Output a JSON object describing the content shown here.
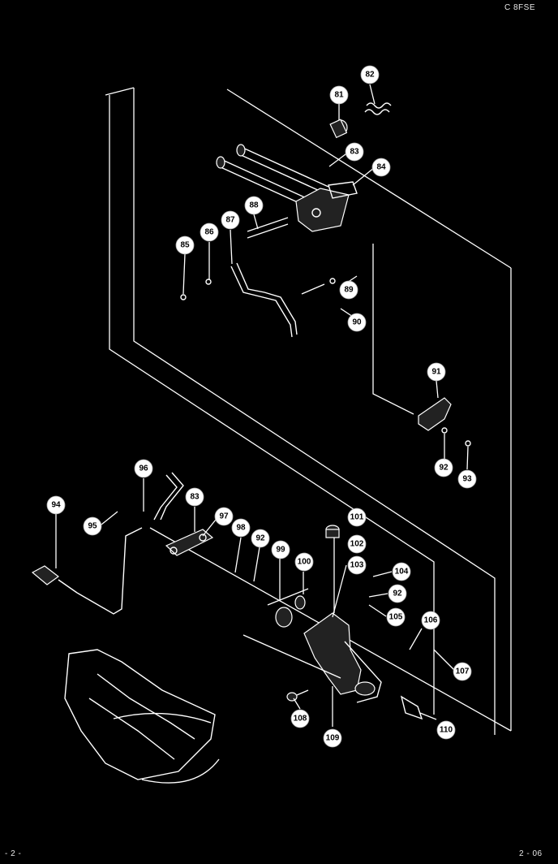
{
  "header": {
    "model": "C 8FSE"
  },
  "footer": {
    "left": "- 2 -",
    "right": "2 - 06"
  },
  "callouts": [
    "81",
    "82",
    "83",
    "84",
    "85",
    "86",
    "87",
    "88",
    "89",
    "90",
    "91",
    "92",
    "93",
    "94",
    "95",
    "96",
    "83",
    "97",
    "98",
    "92",
    "99",
    "100",
    "101",
    "102",
    "103",
    "104",
    "92",
    "105",
    "106",
    "107",
    "108",
    "109",
    "110"
  ]
}
